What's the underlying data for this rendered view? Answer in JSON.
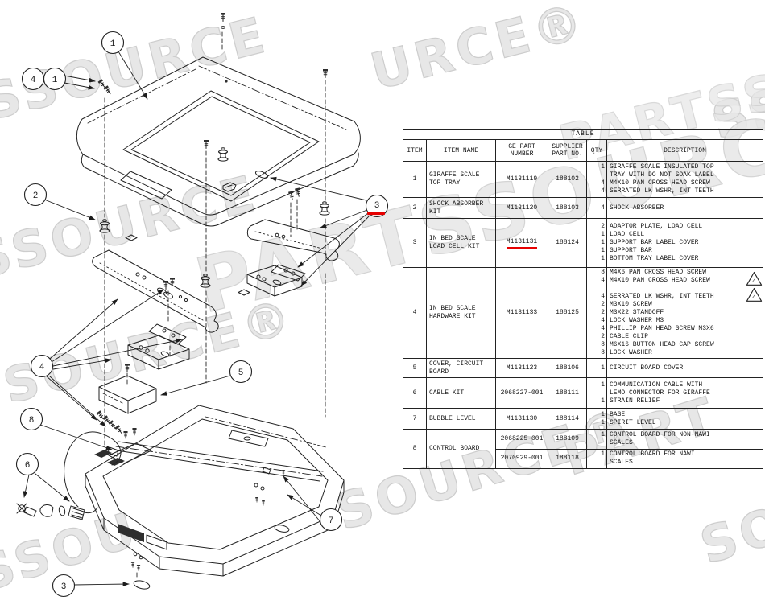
{
  "colors": {
    "red_annotation": "#e60000",
    "line": "#222222",
    "watermark": "#cdcdcd"
  },
  "watermarks": {
    "brand": "PARTSSOURCE",
    "items": [
      {
        "text": "SSOURCE"
      },
      {
        "text": "URCE®"
      },
      {
        "text": "SS"
      },
      {
        "text": "PARTSS"
      },
      {
        "text": "SSOURCE"
      },
      {
        "text": "PARTSSOURCE"
      },
      {
        "text": "SOURCE®"
      },
      {
        "text": "SOURCE®"
      },
      {
        "text": "PART"
      },
      {
        "text": "SO"
      },
      {
        "text": "SSOU"
      }
    ]
  },
  "diagram": {
    "description": "Exploded view of in-bed scale assembly: top tray, shock absorbers, support bars, load cells, hardware, circuit board cover, cable kit, bubble level, control board and base frame",
    "balloons": [
      {
        "id": "callout-1-top",
        "label": "1"
      },
      {
        "id": "callout-4-upper",
        "label": "4"
      },
      {
        "id": "callout-1-upper",
        "label": "1"
      },
      {
        "id": "callout-2",
        "label": "2"
      },
      {
        "id": "callout-3-right",
        "label": "3",
        "red_underline": true
      },
      {
        "id": "callout-4-mid",
        "label": "4"
      },
      {
        "id": "callout-5",
        "label": "5"
      },
      {
        "id": "callout-8",
        "label": "8"
      },
      {
        "id": "callout-6",
        "label": "6"
      },
      {
        "id": "callout-7",
        "label": "7"
      },
      {
        "id": "callout-3-bottom",
        "label": "3"
      }
    ]
  },
  "table": {
    "title": "TABLE",
    "headers": {
      "item": "ITEM",
      "name": "ITEM NAME",
      "ge": "GE PART\nNUMBER",
      "supplier": "SUPPLIER\nPART NO.",
      "qty": "QTY",
      "desc": "DESCRIPTION"
    },
    "rows": [
      {
        "item": "1",
        "name": "GIRAFFE SCALE\nTOP TRAY",
        "subrows": [
          {
            "ge": "M1131119",
            "supplier": "188102",
            "lines": [
              {
                "q": "1",
                "t": "GIRAFFE SCALE INSULATED TOP"
              },
              {
                "q": "",
                "t": "TRAY WITH DO NOT SOAK LABEL"
              },
              {
                "q": "4",
                "t": "M4X10 PAN CROSS HEAD SCREW"
              },
              {
                "q": "4",
                "t": "SERRATED LK WSHR, INT TEETH"
              }
            ]
          }
        ]
      },
      {
        "item": "2",
        "name": "SHOCK ABSORBER\nKIT",
        "subrows": [
          {
            "ge": "M1131120",
            "supplier": "188103",
            "lines": [
              {
                "q": "4",
                "t": "SHOCK ABSORBER"
              }
            ]
          }
        ]
      },
      {
        "item": "3",
        "name": "IN BED SCALE\nLOAD CELL KIT",
        "mark": true,
        "subrows": [
          {
            "ge": "M1131131",
            "supplier": "188124",
            "lines": [
              {
                "q": "2",
                "t": "ADAPTOR PLATE, LOAD CELL"
              },
              {
                "q": "1",
                "t": "LOAD CELL"
              },
              {
                "q": "1",
                "t": "SUPPORT BAR LABEL COVER"
              },
              {
                "q": "1",
                "t": "SUPPORT BAR"
              },
              {
                "q": "1",
                "t": "BOTTOM TRAY LABEL COVER"
              }
            ]
          }
        ]
      },
      {
        "item": "4",
        "name": "IN BED SCALE\nHARDWARE KIT",
        "subrows": [
          {
            "ge": "M1131133",
            "supplier": "188125",
            "lines": [
              {
                "q": "8",
                "t": "M4X6 PAN CROSS HEAD SCREW"
              },
              {
                "q": "4",
                "t": "M4X10 PAN CROSS HEAD SCREW",
                "tri": "4"
              },
              {
                "q": "",
                "t": ""
              },
              {
                "q": "4",
                "t": "SERRATED LK WSHR, INT TEETH",
                "tri": "4"
              },
              {
                "q": "2",
                "t": "M3X10 SCREW"
              },
              {
                "q": "2",
                "t": "M3X22 STANDOFF"
              },
              {
                "q": "4",
                "t": "LOCK WASHER M3"
              },
              {
                "q": "4",
                "t": "PHILLIP PAN HEAD SCREW M3X6"
              },
              {
                "q": "2",
                "t": "CABLE CLIP"
              },
              {
                "q": "8",
                "t": "M6X16 BUTTON HEAD CAP SCREW"
              },
              {
                "q": "8",
                "t": "LOCK WASHER"
              }
            ]
          }
        ]
      },
      {
        "item": "5",
        "name": "COVER, CIRCUIT\nBOARD",
        "subrows": [
          {
            "ge": "M1131123",
            "supplier": "188106",
            "lines": [
              {
                "q": "1",
                "t": "CIRCUIT BOARD COVER"
              }
            ]
          }
        ]
      },
      {
        "item": "6",
        "name": "CABLE KIT",
        "subrows": [
          {
            "ge": "2068227-001",
            "supplier": "188111",
            "lines": [
              {
                "q": "1",
                "t": "COMMUNICATION CABLE WITH"
              },
              {
                "q": "",
                "t": "LEMO CONNECTOR FOR GIRAFFE"
              },
              {
                "q": "1",
                "t": "STRAIN RELIEF"
              }
            ]
          }
        ]
      },
      {
        "item": "7",
        "name": "BUBBLE LEVEL",
        "subrows": [
          {
            "ge": "M1131130",
            "supplier": "188114",
            "lines": [
              {
                "q": "1",
                "t": "BASE"
              },
              {
                "q": "1",
                "t": "SPIRIT LEVEL"
              }
            ]
          }
        ]
      },
      {
        "item": "8",
        "name": "CONTROL BOARD",
        "subrows": [
          {
            "ge": "2068225-001",
            "supplier": "188109",
            "lines": [
              {
                "q": "1",
                "t": "CONTROL BOARD FOR NON-NAWI"
              },
              {
                "q": "",
                "t": "SCALES"
              }
            ]
          },
          {
            "ge": "2070929-001",
            "supplier": "188118",
            "lines": [
              {
                "q": "1",
                "t": "CONTROL BOARD FOR NAWI"
              },
              {
                "q": "",
                "t": "SCALES"
              }
            ]
          }
        ]
      }
    ]
  }
}
